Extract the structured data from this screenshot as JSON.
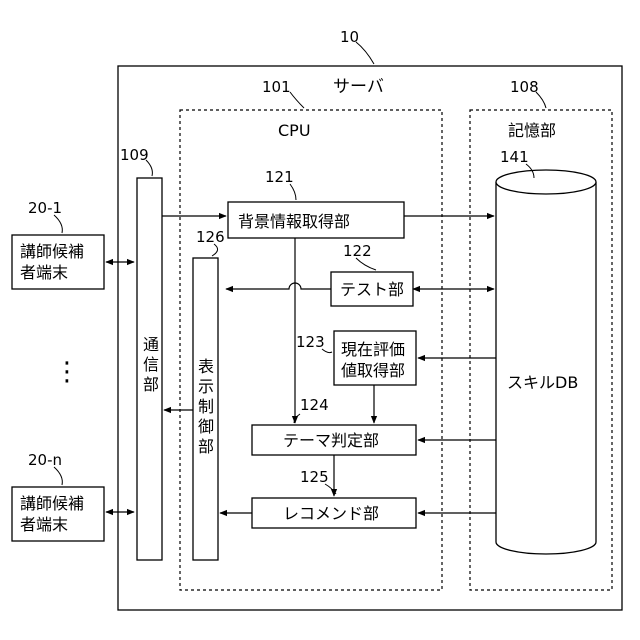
{
  "numerals": {
    "server": "10",
    "cpu": "101",
    "storage": "108",
    "comm": "109",
    "display": "126",
    "background": "121",
    "test": "122",
    "current_eval": "123",
    "theme": "124",
    "recommend": "125",
    "skilldb": "141",
    "terminal_1": "20-1",
    "terminal_n": "20-n"
  },
  "labels": {
    "server": "サーバ",
    "cpu": "CPU",
    "storage": "記憶部",
    "comm": [
      "通",
      "信",
      "部"
    ],
    "display": [
      "表",
      "示",
      "制",
      "御",
      "部"
    ],
    "background": "背景情報取得部",
    "test": "テスト部",
    "current_eval": [
      "現在評価",
      "値取得部"
    ],
    "theme": "テーマ判定部",
    "recommend": "レコメンド部",
    "skilldb": "スキルDB",
    "terminal": [
      "講師候補",
      "者端末"
    ],
    "ellipsis": "⋮"
  }
}
